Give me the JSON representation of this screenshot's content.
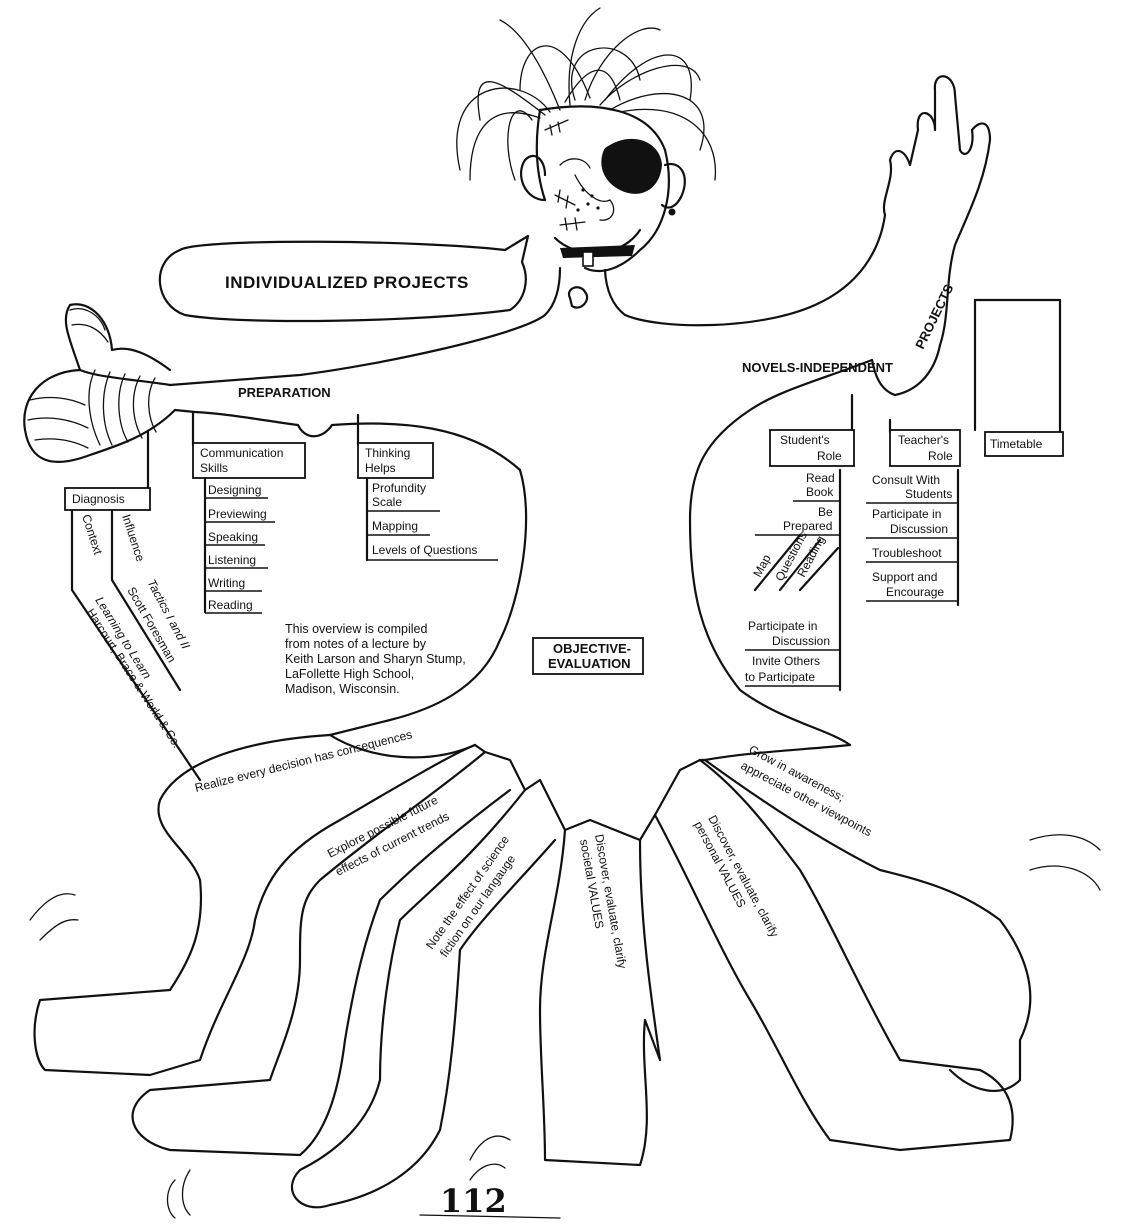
{
  "heading": "INDIVIDUALIZED PROJECTS",
  "preparation": {
    "title": "PREPARATION",
    "diagnosis": {
      "label": "Diagnosis",
      "branches": [
        "Context",
        "Influence",
        "Learning to Learn",
        "Scott Foresman",
        "Tactics I and II",
        "Harcourt, Brace & World & Co."
      ]
    },
    "communication": {
      "label_line1": "Communication",
      "label_line2": "Skills",
      "items": [
        "Designing",
        "Previewing",
        "Speaking",
        "Listening",
        "Writing",
        "Reading"
      ]
    },
    "thinking": {
      "label_line1": "Thinking",
      "label_line2": "Helps",
      "items": [
        "Profundity",
        "Scale",
        "Mapping",
        "Levels of Questions"
      ]
    }
  },
  "novels": {
    "title_a": "NOVELS-INDEPENDENT",
    "title_b": "PROJECTS",
    "student_role": {
      "label_line1": "Student's",
      "label_line2": "Role",
      "items": [
        "Read",
        "Book",
        "Be",
        "Prepared",
        "Participate in",
        "Discussion",
        "Invite Others",
        "to Participate"
      ],
      "slants": [
        "Map",
        "Questions",
        "Reading"
      ]
    },
    "teacher_role": {
      "label_line1": "Teacher's",
      "label_line2": "Role",
      "items": [
        "Consult With",
        "Students",
        "Participate in",
        "Discussion",
        "Troubleshoot",
        "Support and",
        "Encourage"
      ]
    },
    "timetable": "Timetable"
  },
  "evaluation": {
    "line1": "OBJECTIVE-",
    "line2": "EVALUATION"
  },
  "note": [
    "This overview is compiled",
    "from notes of a lecture by",
    "Keith Larson and Sharyn Stump,",
    "LaFollette High School,",
    "Madison, Wisconsin."
  ],
  "goals": [
    "Realize every decision has consequences",
    "Explore possible future",
    "effects of current trends",
    "Note the effect of science",
    "fiction on our langauge",
    "Discover, evaluate, clarify",
    "societal VALUES",
    "Discover, evaluate, clarify",
    "personal VALUES",
    "Grow in awareness;",
    "appreciate other viewpoints"
  ],
  "page_number": "112"
}
